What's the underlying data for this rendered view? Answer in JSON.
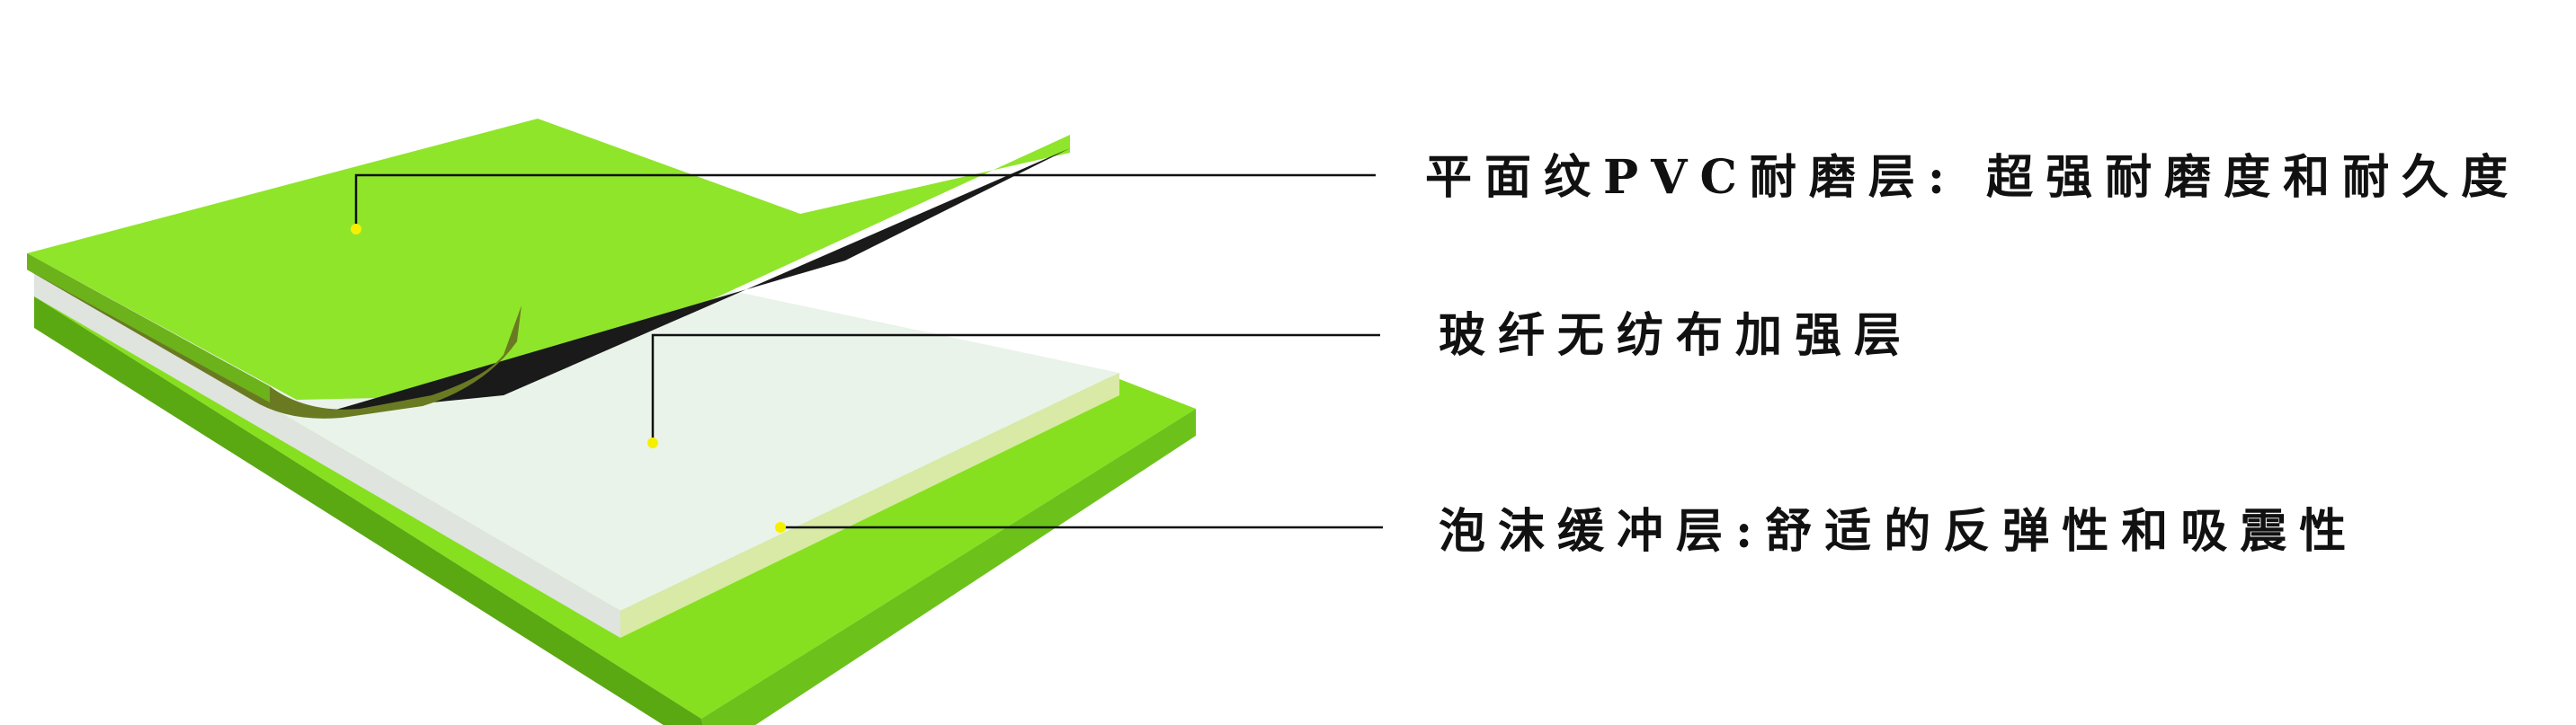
{
  "labels": [
    "平面纹PVC耐磨层: 超强耐磨度和耐久度",
    "玻纤无纺布加强层",
    "泡沫缓冲层:舒适的反弹性和吸震性"
  ],
  "colors": {
    "background": "#ffffff",
    "pvc_top": "#8fe52a",
    "pvc_edge": "#6cb21a",
    "pvc_curl_edge": "#6a7a22",
    "backing": "#1a1a1a",
    "fiberglass": "#e8f2e8",
    "foam_edge": "#d8e8a8",
    "base_top": "#86e01f",
    "base_edge": "#5aa812",
    "leader_line": "#111111",
    "marker_dot": "#f6f000"
  },
  "icons": [
    "callout-dot",
    "callout-dot",
    "callout-dot"
  ]
}
